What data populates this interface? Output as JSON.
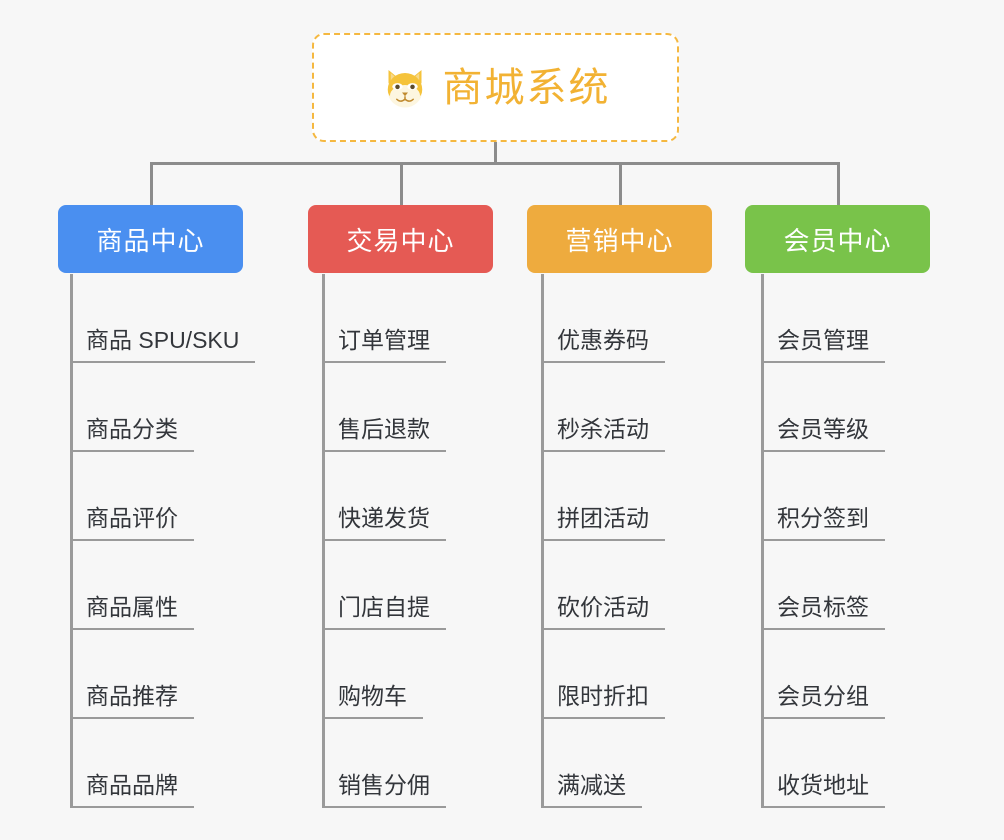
{
  "root": {
    "icon": "shiba-dog-face-icon",
    "title": "商城系统"
  },
  "colors": {
    "background": "#f7f7f7",
    "root_border": "#f5b840",
    "root_text": "#f2b233",
    "connector": "#8c8c8c",
    "leaf_text": "#33363b",
    "leaf_rule": "#9a9a9a",
    "category_blue": "#4a8ff0",
    "category_red": "#e55a54",
    "category_orange": "#eeab3e",
    "category_green": "#79c council"
  },
  "categories": [
    {
      "label": "商品中心",
      "color": "#4a8ff0",
      "items": [
        "商品 SPU/SKU",
        "商品分类",
        "商品评价",
        "商品属性",
        "商品推荐",
        "商品品牌"
      ]
    },
    {
      "label": "交易中心",
      "color": "#e55a54",
      "items": [
        "订单管理",
        "售后退款",
        "快递发货",
        "门店自提",
        "购物车",
        "销售分佣"
      ]
    },
    {
      "label": "营销中心",
      "color": "#eeab3e",
      "items": [
        "优惠券码",
        "秒杀活动",
        "拼团活动",
        "砍价活动",
        "限时折扣",
        "满减送"
      ]
    },
    {
      "label": "会员中心",
      "color": "#79c34a",
      "items": [
        "会员管理",
        "会员等级",
        "积分签到",
        "会员标签",
        "会员分组",
        "收货地址"
      ]
    }
  ]
}
